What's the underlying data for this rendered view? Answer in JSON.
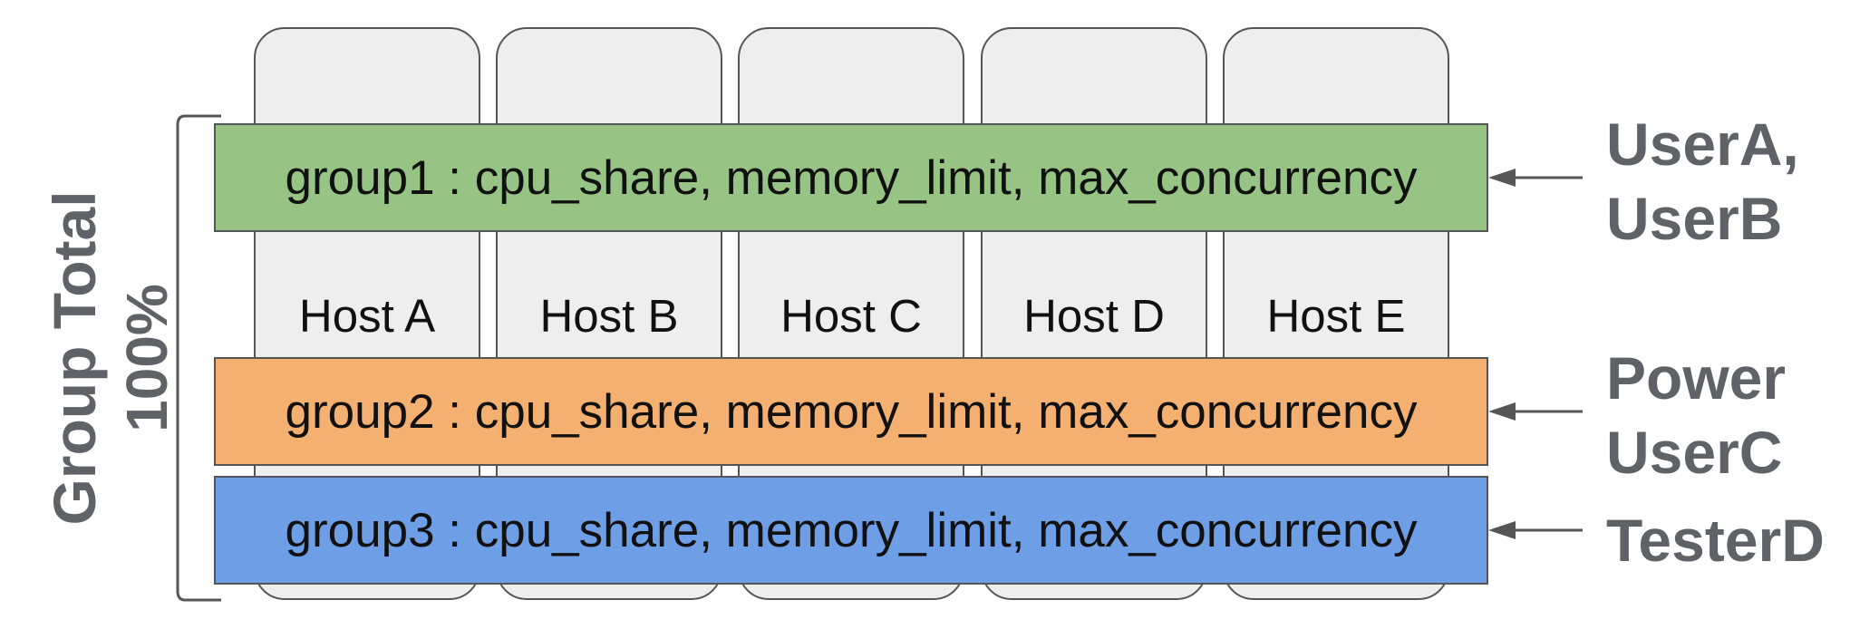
{
  "hosts": [
    {
      "label": "Host A"
    },
    {
      "label": "Host B"
    },
    {
      "label": "Host C"
    },
    {
      "label": "Host D"
    },
    {
      "label": "Host E"
    }
  ],
  "groups": [
    {
      "label": "group1 : cpu_share, memory_limit, max_concurrency",
      "color": "#97c485"
    },
    {
      "label": "group2 : cpu_share, memory_limit, max_concurrency",
      "color": "#f4b071"
    },
    {
      "label": "group3 : cpu_share, memory_limit, max_concurrency",
      "color": "#6d9ee6"
    }
  ],
  "users": [
    {
      "lines": [
        "UserA,",
        "UserB"
      ]
    },
    {
      "lines": [
        "Power",
        "UserC"
      ]
    },
    {
      "lines": [
        "TesterD"
      ]
    }
  ],
  "total": {
    "line1": "Group Total",
    "line2": "100%"
  },
  "colors": {
    "host_fill": "#eeeeee",
    "outline": "#555555",
    "side_text": "#5f6368"
  }
}
